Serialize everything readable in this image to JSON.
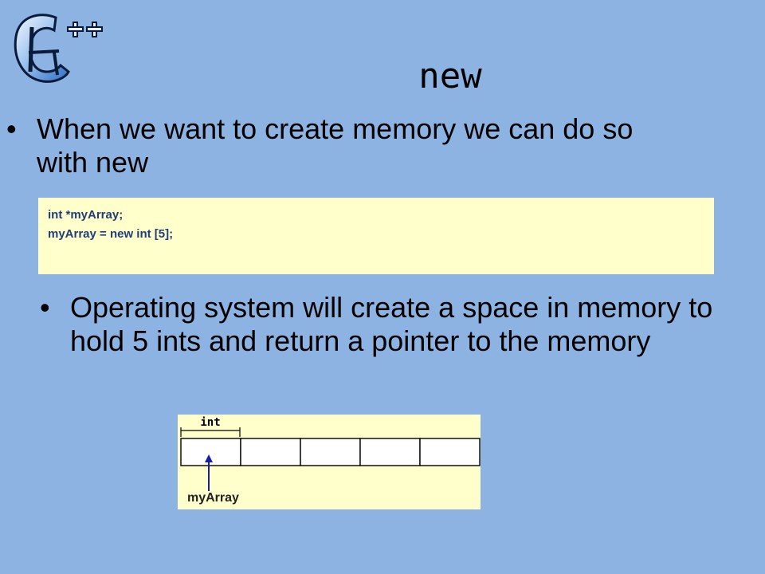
{
  "slide": {
    "title": "new",
    "bullets": [
      {
        "marker": "•",
        "text": "When we want to create memory we can do so with new"
      },
      {
        "marker": "•",
        "text": "Operating system will create a space in memory to hold 5 ints and return a pointer to the memory"
      }
    ]
  },
  "code": {
    "lines": [
      "int *myArray;",
      "myArray = new int [5];"
    ]
  },
  "diagram": {
    "element_type_label": "int",
    "pointer_label": "myArray",
    "cell_count": 5,
    "pointed_cell_index": 0
  },
  "logo": {
    "letter": "C",
    "suffix": "++"
  },
  "colors": {
    "background": "#8db3e2",
    "box_fill": "#ffffcc",
    "code_text": "#1f3e79",
    "arrow": "#1a1aa8"
  }
}
